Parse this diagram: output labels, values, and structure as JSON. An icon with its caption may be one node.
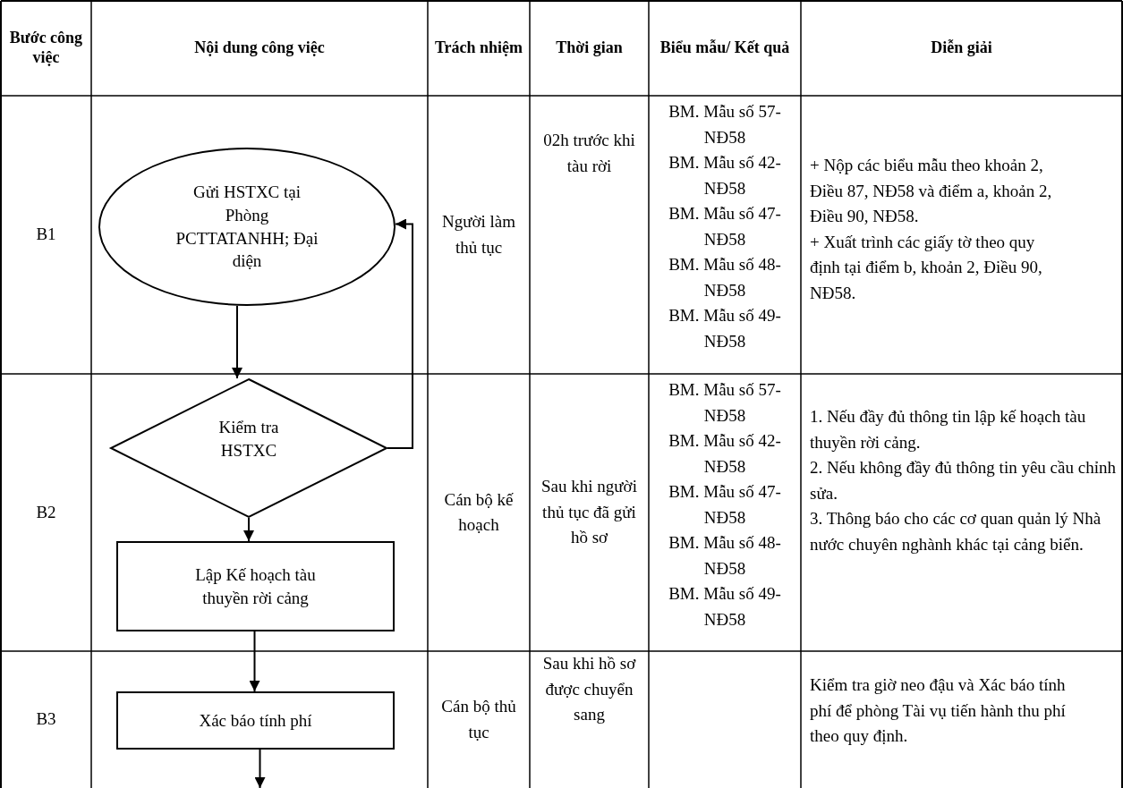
{
  "diagram": {
    "nodes": [
      {
        "text": [
          "Gửi HSTXC tại Phòng PCTTATANHH; Đại diện"
        ]
      },
      {
        "text": [
          "Kiểm tra HSTXC"
        ]
      },
      {
        "text": [
          "Lập Kế hoạch tàu thuyền rời cảng"
        ]
      },
      {
        "text": [
          "Xác báo tính phí"
        ]
      }
    ],
    "edges": [
      {
        "from": 0,
        "to": 1,
        "arrow": "to"
      },
      {
        "from": 1,
        "to": 0,
        "arrow": "to"
      },
      {
        "from": 1,
        "to": 2,
        "arrow": "to"
      },
      {
        "from": 2,
        "to": 3,
        "arrow": "to"
      },
      {
        "from": 3,
        "to": null,
        "arrow": "to"
      }
    ],
    "labels": [
      "Bước công việc",
      "Nội dung công việc",
      "Trách nhiệm",
      "Thời gian",
      "Biểu mẫu/ Kết quả",
      "Diễn giải",
      "B1",
      "Người làm thủ tục",
      "02h trước khi tàu rời",
      "BM. Mẫu số 57-NĐ58",
      "BM. Mẫu số 42-NĐ58",
      "BM. Mẫu số 47-NĐ58",
      "BM. Mẫu số 48-NĐ58",
      "BM. Mẫu số 49-NĐ58",
      "+ Nộp các biểu mẫu theo khoản 2, Điều 87, NĐ58 và điểm a, khoản 2, Điều 90, NĐ58.",
      "+ Xuất trình các giấy tờ theo quy định tại điểm b, khoản 2, Điều 90, NĐ58.",
      "B2",
      "Cán bộ kế hoạch",
      "Sau khi người thủ tục đã gửi hồ sơ",
      "BM. Mẫu số 57-NĐ58",
      "BM. Mẫu số 42-NĐ58",
      "BM. Mẫu số 47-NĐ58",
      "BM. Mẫu số 48-NĐ58",
      "BM. Mẫu số 49-NĐ58",
      "1. Nếu đầy đủ thông tin lập kế hoạch tàu thuyền rời cảng.",
      "2. Nếu không đầy đủ thông tin yêu cầu chỉnh sửa.",
      "3. Thông báo cho các cơ quan quản lý Nhà nước chuyên nghành khác tại cảng biển.",
      "B3",
      "Cán bộ thủ tục",
      "Sau khi hồ sơ được chuyển sang",
      "Kiểm tra giờ neo đậu và Xác báo tính phí để phòng Tài vụ tiến hành thu phí theo quy định."
    ]
  }
}
